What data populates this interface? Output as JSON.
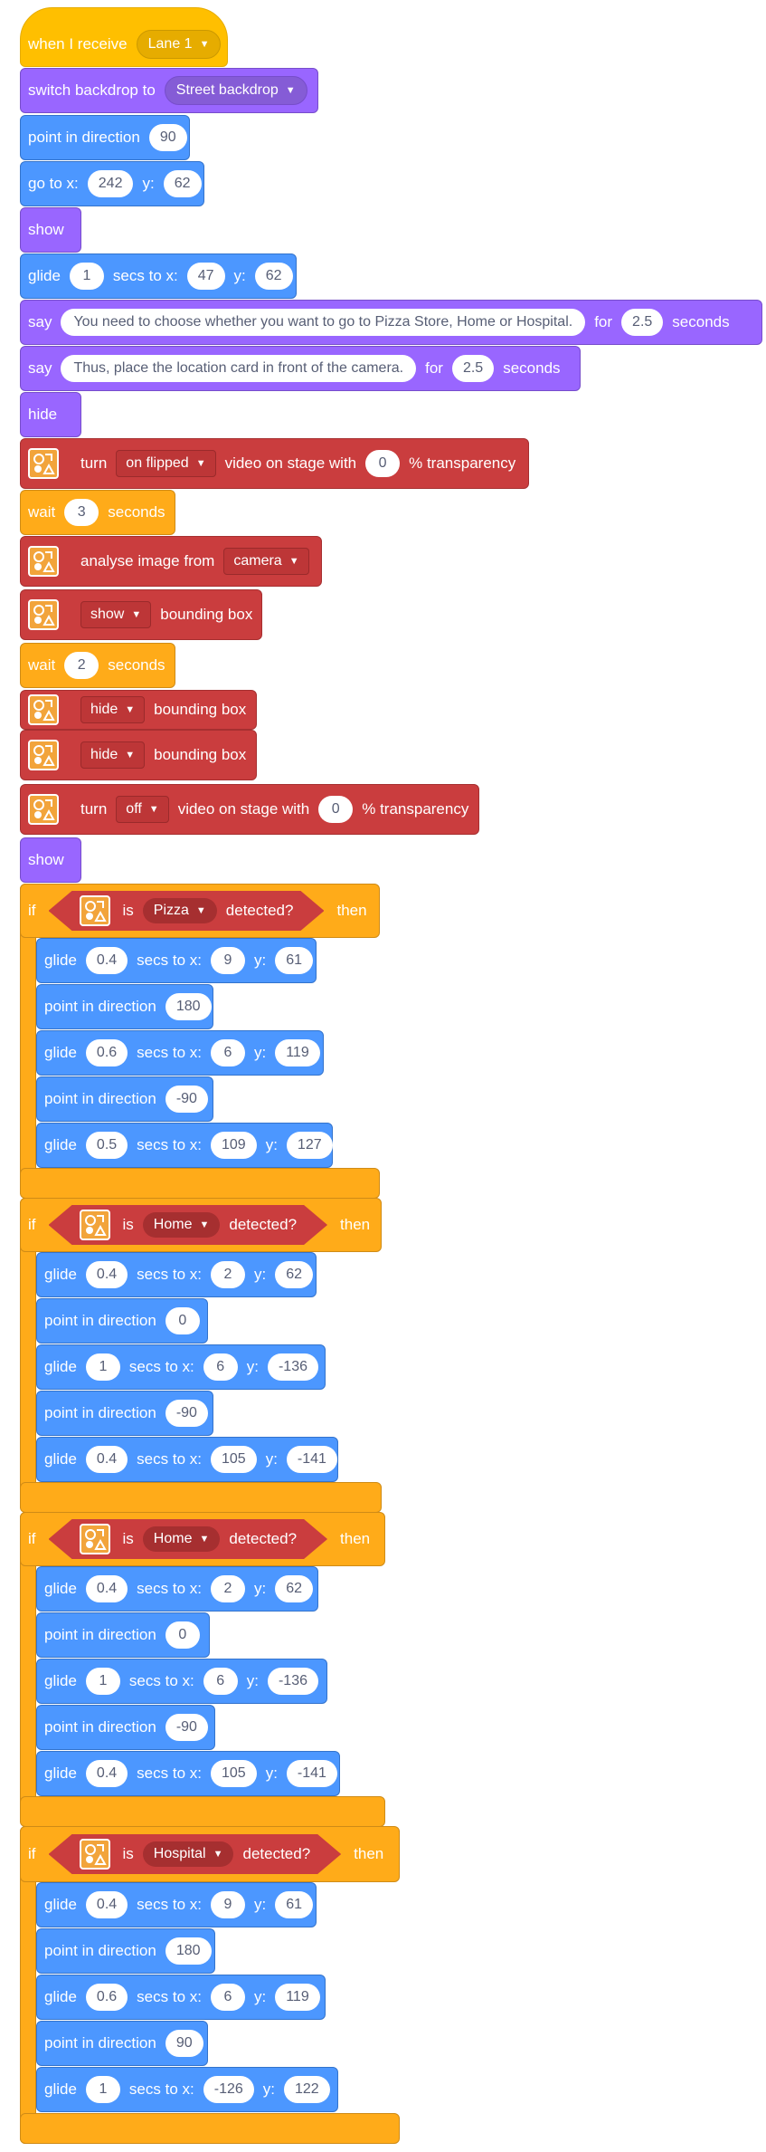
{
  "hat": {
    "label": "when I receive",
    "message": "Lane 1"
  },
  "switch_backdrop": {
    "label": "switch backdrop to",
    "value": "Street backdrop"
  },
  "point1": {
    "label": "point in direction",
    "value": "90"
  },
  "goto": {
    "label": "go to x:",
    "x": "242",
    "ylab": "y:",
    "y": "62"
  },
  "show1": {
    "label": "show"
  },
  "glide1": {
    "label": "glide",
    "secs": "1",
    "mid": "secs to x:",
    "x": "47",
    "ylab": "y:",
    "y": "62"
  },
  "say1": {
    "label": "say",
    "text": "You need to choose whether you want to go to Pizza Store, Home or Hospital.",
    "for": "for",
    "secs": "2.5",
    "seconds": "seconds"
  },
  "say2": {
    "label": "say",
    "text": "Thus, place the location card in front of the camera.",
    "for": "for",
    "secs": "2.5",
    "seconds": "seconds"
  },
  "hide1": {
    "label": "hide"
  },
  "video1": {
    "turn": "turn",
    "mode": "on flipped",
    "mid": "video on stage with",
    "value": "0",
    "suffix": "% transparency"
  },
  "wait1": {
    "label": "wait",
    "value": "3",
    "suffix": "seconds"
  },
  "analyse": {
    "label": "analyse image from",
    "source": "camera"
  },
  "bbox1": {
    "value": "show",
    "suffix": "bounding box"
  },
  "wait2": {
    "label": "wait",
    "value": "2",
    "suffix": "seconds"
  },
  "bbox2": {
    "value": "hide",
    "suffix": "bounding box"
  },
  "bbox3": {
    "value": "hide",
    "suffix": "bounding box"
  },
  "video2": {
    "turn": "turn",
    "mode": "off",
    "mid": "video on stage with",
    "value": "0",
    "suffix": "% transparency"
  },
  "show2": {
    "label": "show"
  },
  "if1": {
    "if": "if",
    "is": "is",
    "target": "Pizza",
    "detected": "detected?",
    "then": "then",
    "g1": {
      "label": "glide",
      "secs": "0.4",
      "mid": "secs to x:",
      "x": "9",
      "ylab": "y:",
      "y": "61"
    },
    "p1": {
      "label": "point in direction",
      "value": "180"
    },
    "g2": {
      "label": "glide",
      "secs": "0.6",
      "mid": "secs to x:",
      "x": "6",
      "ylab": "y:",
      "y": "119"
    },
    "p2": {
      "label": "point in direction",
      "value": "-90"
    },
    "g3": {
      "label": "glide",
      "secs": "0.5",
      "mid": "secs to x:",
      "x": "109",
      "ylab": "y:",
      "y": "127"
    }
  },
  "if2": {
    "if": "if",
    "is": "is",
    "target": "Home",
    "detected": "detected?",
    "then": "then",
    "g1": {
      "label": "glide",
      "secs": "0.4",
      "mid": "secs to x:",
      "x": "2",
      "ylab": "y:",
      "y": "62"
    },
    "p1": {
      "label": "point in direction",
      "value": "0"
    },
    "g2": {
      "label": "glide",
      "secs": "1",
      "mid": "secs to x:",
      "x": "6",
      "ylab": "y:",
      "y": "-136"
    },
    "p2": {
      "label": "point in direction",
      "value": "-90"
    },
    "g3": {
      "label": "glide",
      "secs": "0.4",
      "mid": "secs to x:",
      "x": "105",
      "ylab": "y:",
      "y": "-141"
    }
  },
  "if3": {
    "if": "if",
    "is": "is",
    "target": "Home",
    "detected": "detected?",
    "then": "then",
    "g1": {
      "label": "glide",
      "secs": "0.4",
      "mid": "secs to x:",
      "x": "2",
      "ylab": "y:",
      "y": "62"
    },
    "p1": {
      "label": "point in direction",
      "value": "0"
    },
    "g2": {
      "label": "glide",
      "secs": "1",
      "mid": "secs to x:",
      "x": "6",
      "ylab": "y:",
      "y": "-136"
    },
    "p2": {
      "label": "point in direction",
      "value": "-90"
    },
    "g3": {
      "label": "glide",
      "secs": "0.4",
      "mid": "secs to x:",
      "x": "105",
      "ylab": "y:",
      "y": "-141"
    }
  },
  "if4": {
    "if": "if",
    "is": "is",
    "target": "Hospital",
    "detected": "detected?",
    "then": "then",
    "g1": {
      "label": "glide",
      "secs": "0.4",
      "mid": "secs to x:",
      "x": "9",
      "ylab": "y:",
      "y": "61"
    },
    "p1": {
      "label": "point in direction",
      "value": "180"
    },
    "g2": {
      "label": "glide",
      "secs": "0.6",
      "mid": "secs to x:",
      "x": "6",
      "ylab": "y:",
      "y": "119"
    },
    "p2": {
      "label": "point in direction",
      "value": "90"
    },
    "g3": {
      "label": "glide",
      "secs": "1",
      "mid": "secs to x:",
      "x": "-126",
      "ylab": "y:",
      "y": "122"
    }
  }
}
